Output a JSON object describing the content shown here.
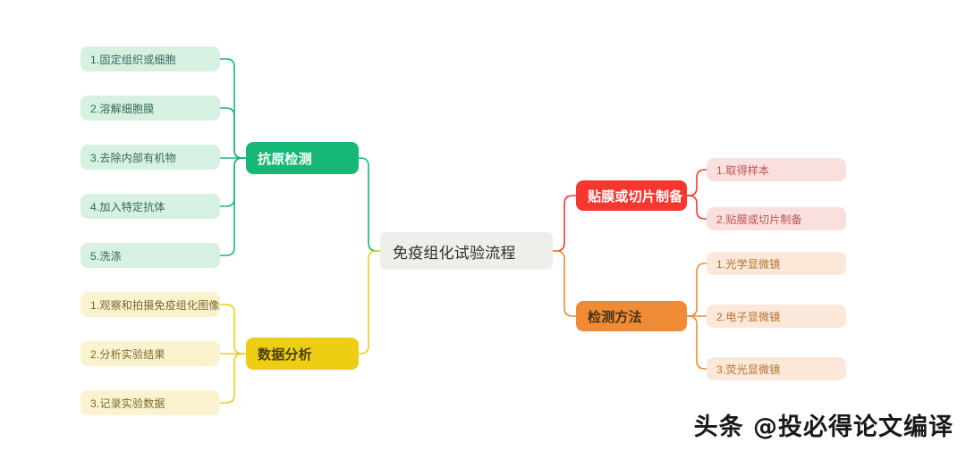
{
  "mindmap": {
    "root": {
      "label": "免疫组化试验流程",
      "color": "#eeeeea"
    },
    "branches": [
      {
        "id": "antigen-detection",
        "label": "抗原检测",
        "color": "#17b877",
        "leaf_color": "#d6f0e2",
        "side": "left",
        "children": [
          {
            "label": "1.固定组织或细胞"
          },
          {
            "label": "2.溶解细胞膜"
          },
          {
            "label": "3.去除内部有机物"
          },
          {
            "label": "4.加入特定抗体"
          },
          {
            "label": "5.洗涤"
          }
        ]
      },
      {
        "id": "data-analysis",
        "label": "数据分析",
        "color": "#edce13",
        "leaf_color": "#fbf2cf",
        "side": "left",
        "children": [
          {
            "label": "1.观察和拍摄免疫组化图像"
          },
          {
            "label": "2.分析实验结果"
          },
          {
            "label": "3.记录实验数据"
          }
        ]
      },
      {
        "id": "slide-preparation",
        "label": "贴膜或切片制备",
        "color": "#f6372f",
        "leaf_color": "#fadfdf",
        "side": "right",
        "children": [
          {
            "label": "1.取得样本"
          },
          {
            "label": "2.贴膜或切片制备"
          }
        ]
      },
      {
        "id": "detection-methods",
        "label": "检测方法",
        "color": "#ef8b35",
        "leaf_color": "#fbe8d8",
        "side": "right",
        "children": [
          {
            "label": "1.光学显微镜"
          },
          {
            "label": "2.电子显微镜"
          },
          {
            "label": "3.荧光显微镜"
          }
        ]
      }
    ]
  },
  "watermark": {
    "text": "头条 @投必得论文编译"
  }
}
